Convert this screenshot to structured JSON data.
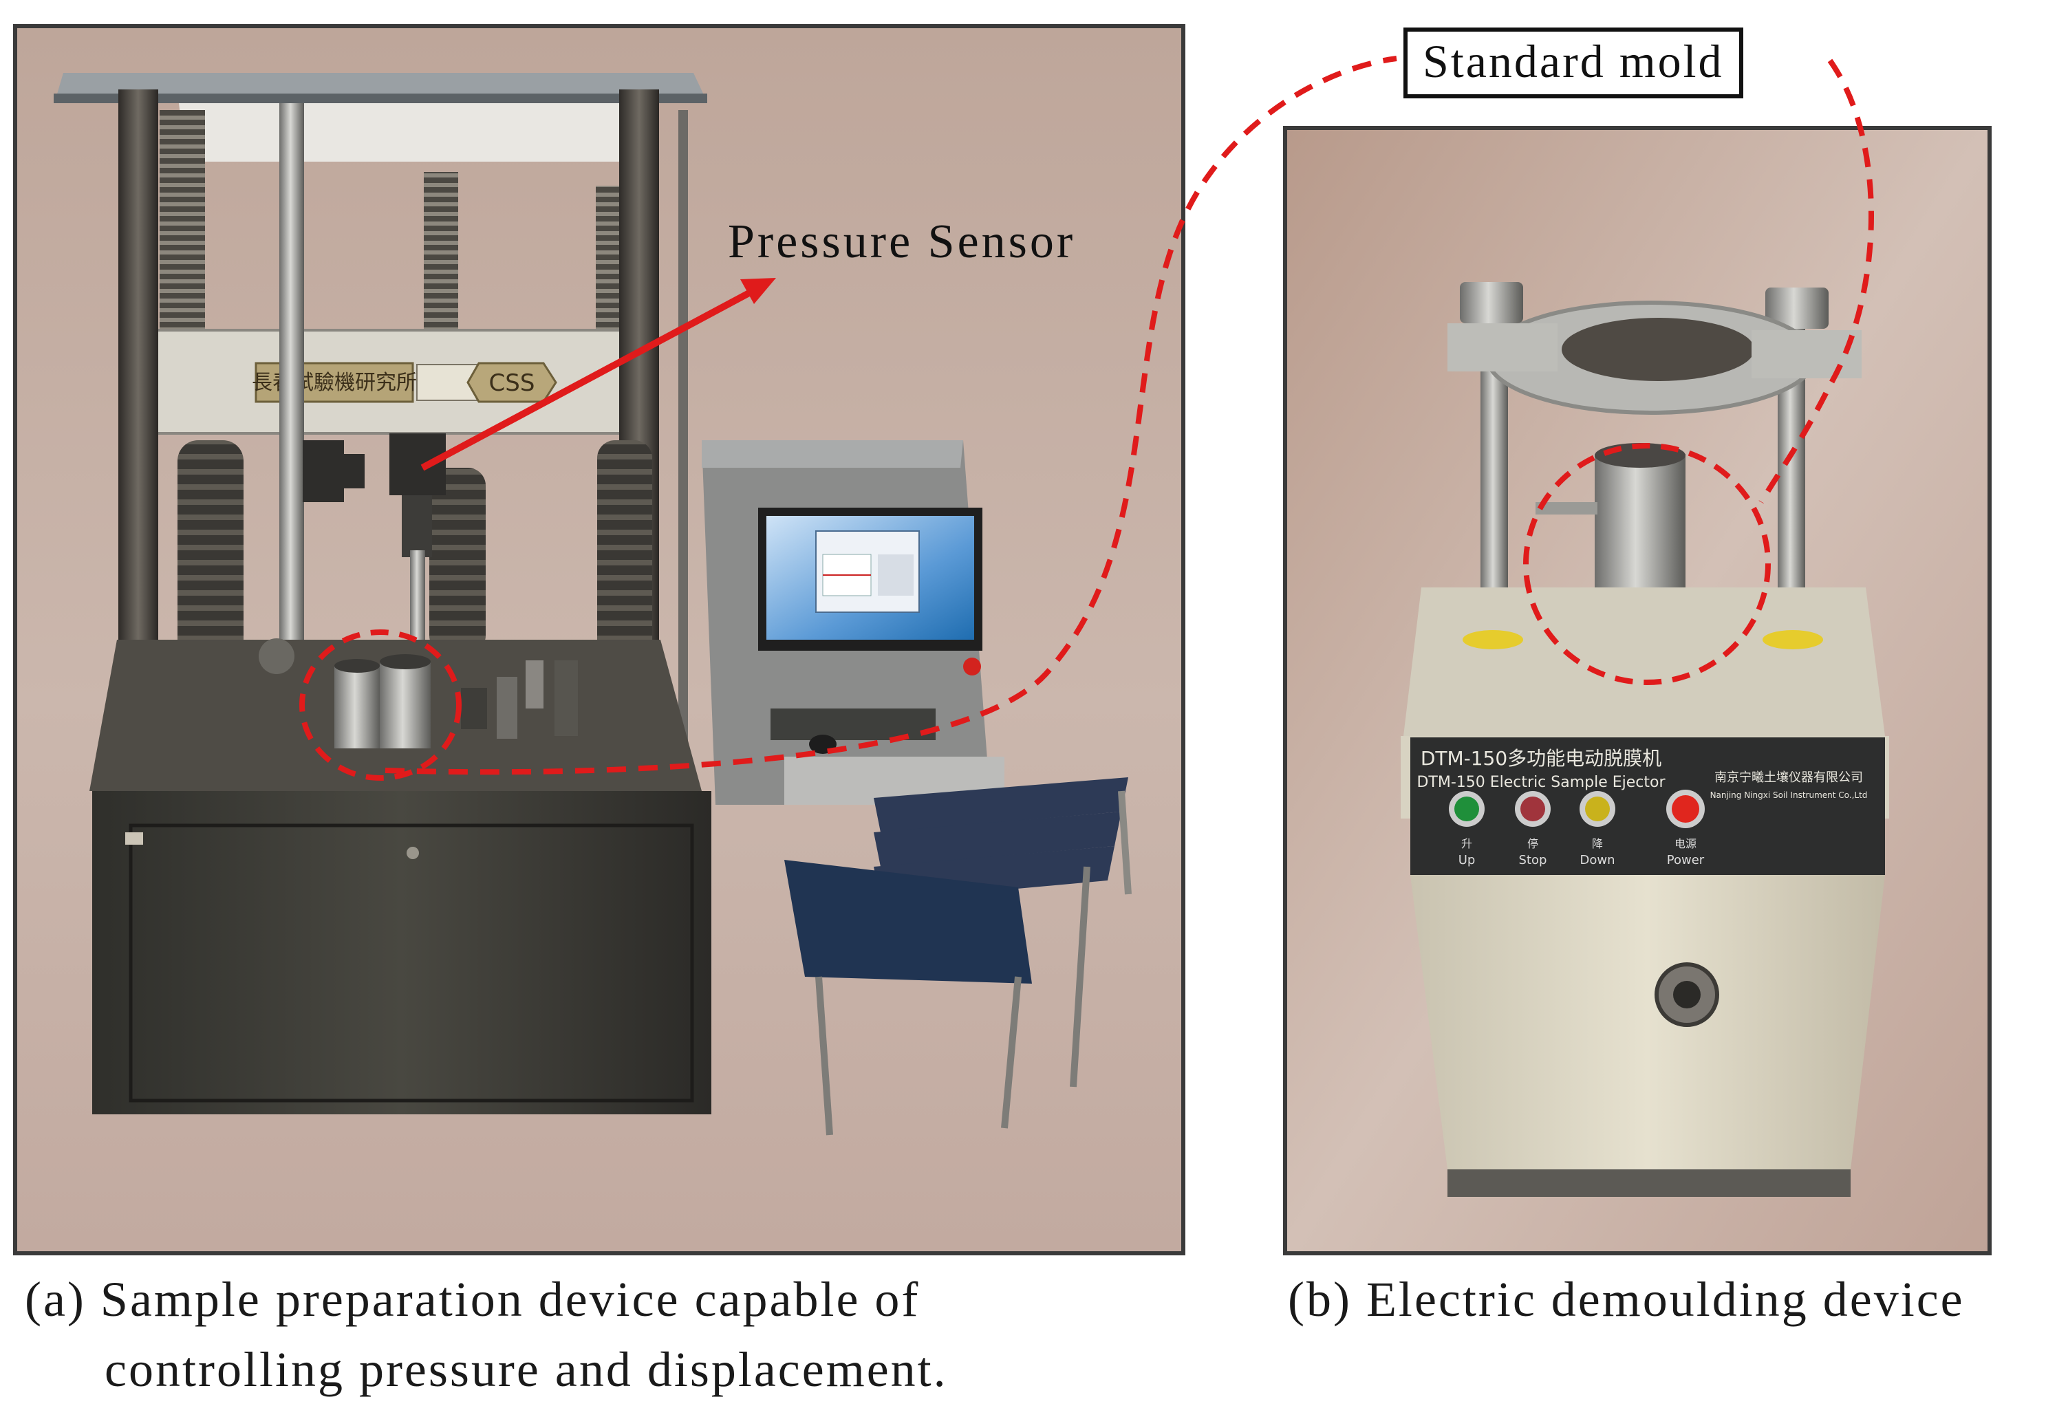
{
  "panels": {
    "a": {
      "caption_line1": "(a) Sample preparation device capable of",
      "caption_line2": "controlling pressure and displacement.",
      "machine_plate_text": "長春試驗機研究所",
      "logo_text": "CSS"
    },
    "b": {
      "caption": "(b) Electric demoulding device",
      "device_title_cn": "DTM-150多功能电动脱膜机",
      "device_title_en": "DTM-150 Electric Sample Ejector",
      "maker_text": "南京宁曦土壤仪器有限公司",
      "maker_text_en": "Nanjing Ningxi Soil Instrument Co.,Ltd",
      "buttons": [
        {
          "label_cn": "升",
          "label_en": "Up",
          "color": "#1f8f3a"
        },
        {
          "label_cn": "停",
          "label_en": "Stop",
          "color": "#a0343c"
        },
        {
          "label_cn": "降",
          "label_en": "Down",
          "color": "#c9b21c"
        },
        {
          "label_cn": "电源",
          "label_en": "Power",
          "color": "#e0261e"
        }
      ]
    }
  },
  "annotations": {
    "pressure_sensor": "Pressure Sensor",
    "standard_mold": "Standard mold"
  },
  "colors": {
    "annotation_red": "#e01b1b",
    "photo_bg": "#c8b1a6",
    "machine_dark": "#3b3a36",
    "ejector_body": "#ddd8c6"
  }
}
